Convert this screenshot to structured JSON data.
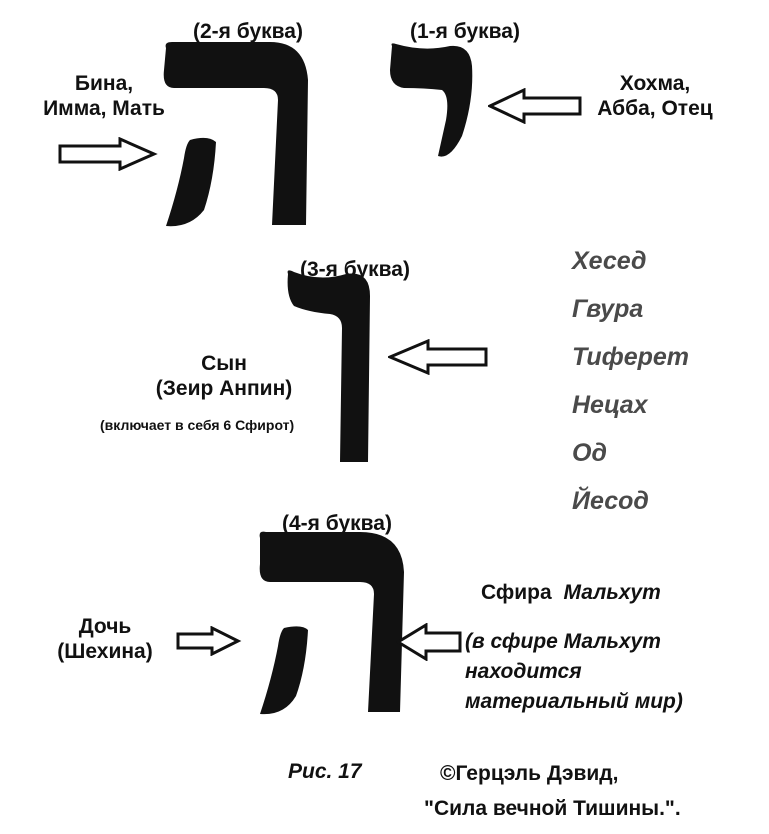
{
  "letters": {
    "letter2": {
      "caption": "(2-я буква)",
      "label": [
        "Бина,",
        "Имма, Мать"
      ]
    },
    "letter1": {
      "caption": "(1-я буква)",
      "label": [
        "Хохма,",
        "Абба, Отец"
      ]
    },
    "letter3": {
      "caption": "(3-я буква)",
      "label": [
        "Сын",
        "(Зеир Анпин)"
      ],
      "note": "(включает в себя 6 Сфирот)"
    },
    "letter4": {
      "caption": "(4-я буква)",
      "left_label": [
        "Дочь",
        "(Шехина)"
      ]
    }
  },
  "sefirot": [
    "Хесед",
    "Гвура",
    "Тиферет",
    "Нецах",
    "Од",
    "Йесод"
  ],
  "malkhut": {
    "prefix": "Сфира",
    "name": "Мальхут",
    "note": [
      "(в сфире Мальхут",
      "находится",
      "материальный мир)"
    ]
  },
  "footer": {
    "figure": "Рис. 17",
    "copyright": "©Герцэль Дэвид,",
    "book": "\"Сила вечной Тишины.\"."
  },
  "colors": {
    "glyph": "#111111",
    "sefirot_text": "#4a4a4a",
    "background": "#ffffff"
  }
}
